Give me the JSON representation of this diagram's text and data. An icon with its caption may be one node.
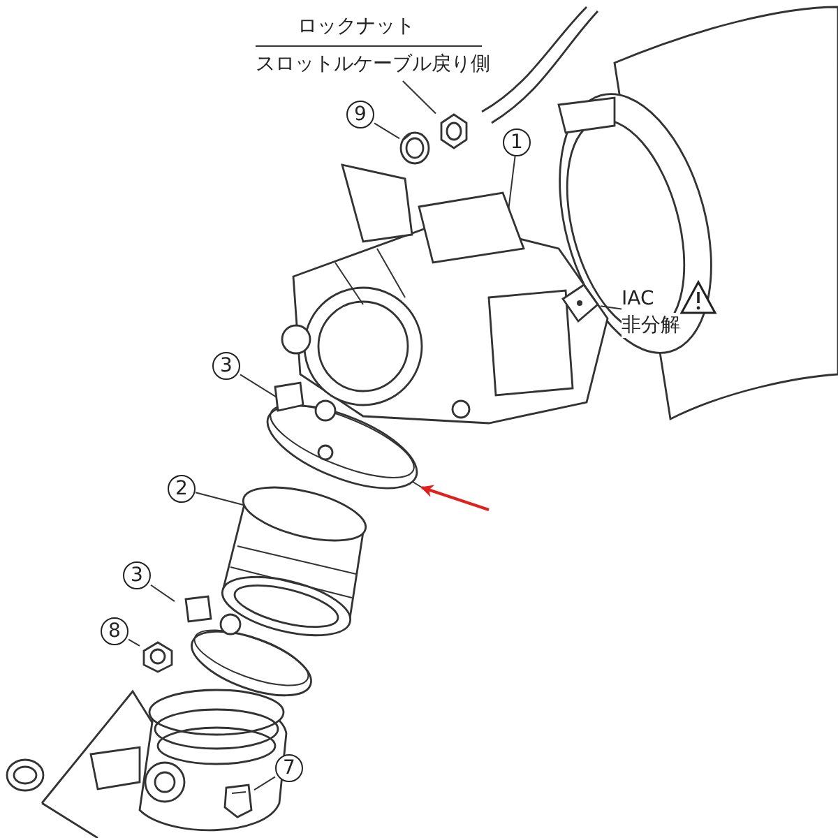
{
  "diagram": {
    "nodes": [
      {
        "text": [
          "ロックナット",
          "スロットルケーブル戻り側"
        ]
      },
      {
        "text": [],
        "shape": "picture"
      },
      {
        "text": [
          "9"
        ]
      },
      {
        "text": [],
        "shape": "picture"
      },
      {
        "text": [
          "1"
        ]
      },
      {
        "text": [],
        "shape": "picture"
      },
      {
        "text": [
          "IAC",
          "非分解"
        ]
      },
      {
        "text": [],
        "shape": "picture",
        "in": 5
      },
      {
        "text": [
          "3"
        ]
      },
      {
        "text": [],
        "shape": "picture"
      },
      {
        "text": [
          "2"
        ]
      },
      {
        "text": [],
        "shape": "picture"
      },
      {
        "text": [
          "3"
        ]
      },
      {
        "text": [],
        "shape": "picture"
      },
      {
        "text": [
          "8"
        ]
      },
      {
        "text": [],
        "shape": "picture"
      },
      {
        "text": [
          "7"
        ]
      },
      {
        "text": [],
        "shape": "picture"
      }
    ],
    "edges": [
      {
        "from": 0,
        "to": 1,
        "arrow": "none"
      },
      {
        "from": 2,
        "to": 3,
        "arrow": "none"
      },
      {
        "from": 4,
        "to": 5,
        "arrow": "none"
      },
      {
        "from": 6,
        "to": 7,
        "arrow": "none"
      },
      {
        "from": 8,
        "to": 9,
        "arrow": "none"
      },
      {
        "from": 10,
        "to": 11,
        "arrow": "none"
      },
      {
        "from": 12,
        "to": 13,
        "arrow": "none"
      },
      {
        "from": 14,
        "to": 15,
        "arrow": "none"
      },
      {
        "from": 16,
        "to": 17,
        "arrow": "none"
      },
      {
        "from": null,
        "to": 9,
        "arrow": "to",
        "color": "#e0201e"
      }
    ]
  }
}
